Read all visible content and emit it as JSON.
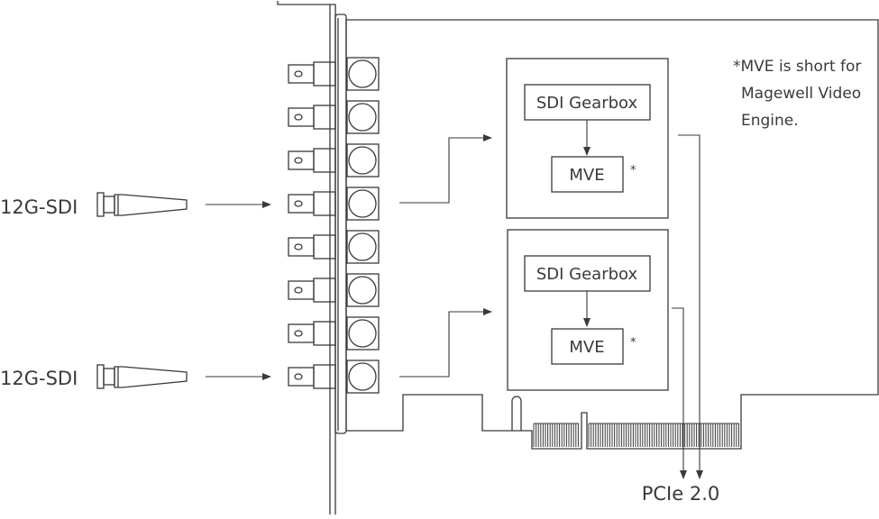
{
  "colors": {
    "stroke": "#3a3a3a",
    "text": "#3a3a3a",
    "background": "#ffffff"
  },
  "inputs": [
    {
      "label": "12G-SDI"
    },
    {
      "label": "12G-SDI"
    }
  ],
  "engines": [
    {
      "gearbox_label": "SDI Gearbox",
      "mve_label": "MVE",
      "mark": "*"
    },
    {
      "gearbox_label": "SDI Gearbox",
      "mve_label": "MVE",
      "mark": "*"
    }
  ],
  "note": {
    "line1": "*MVE is short for",
    "line2": "Magewell Video",
    "line3": "Engine."
  },
  "output_label": "PCIe 2.0",
  "icons": [
    "bnc-cable-icon",
    "bnc-connector-icon",
    "pcie-edge-connector-icon",
    "bracket-icon"
  ]
}
